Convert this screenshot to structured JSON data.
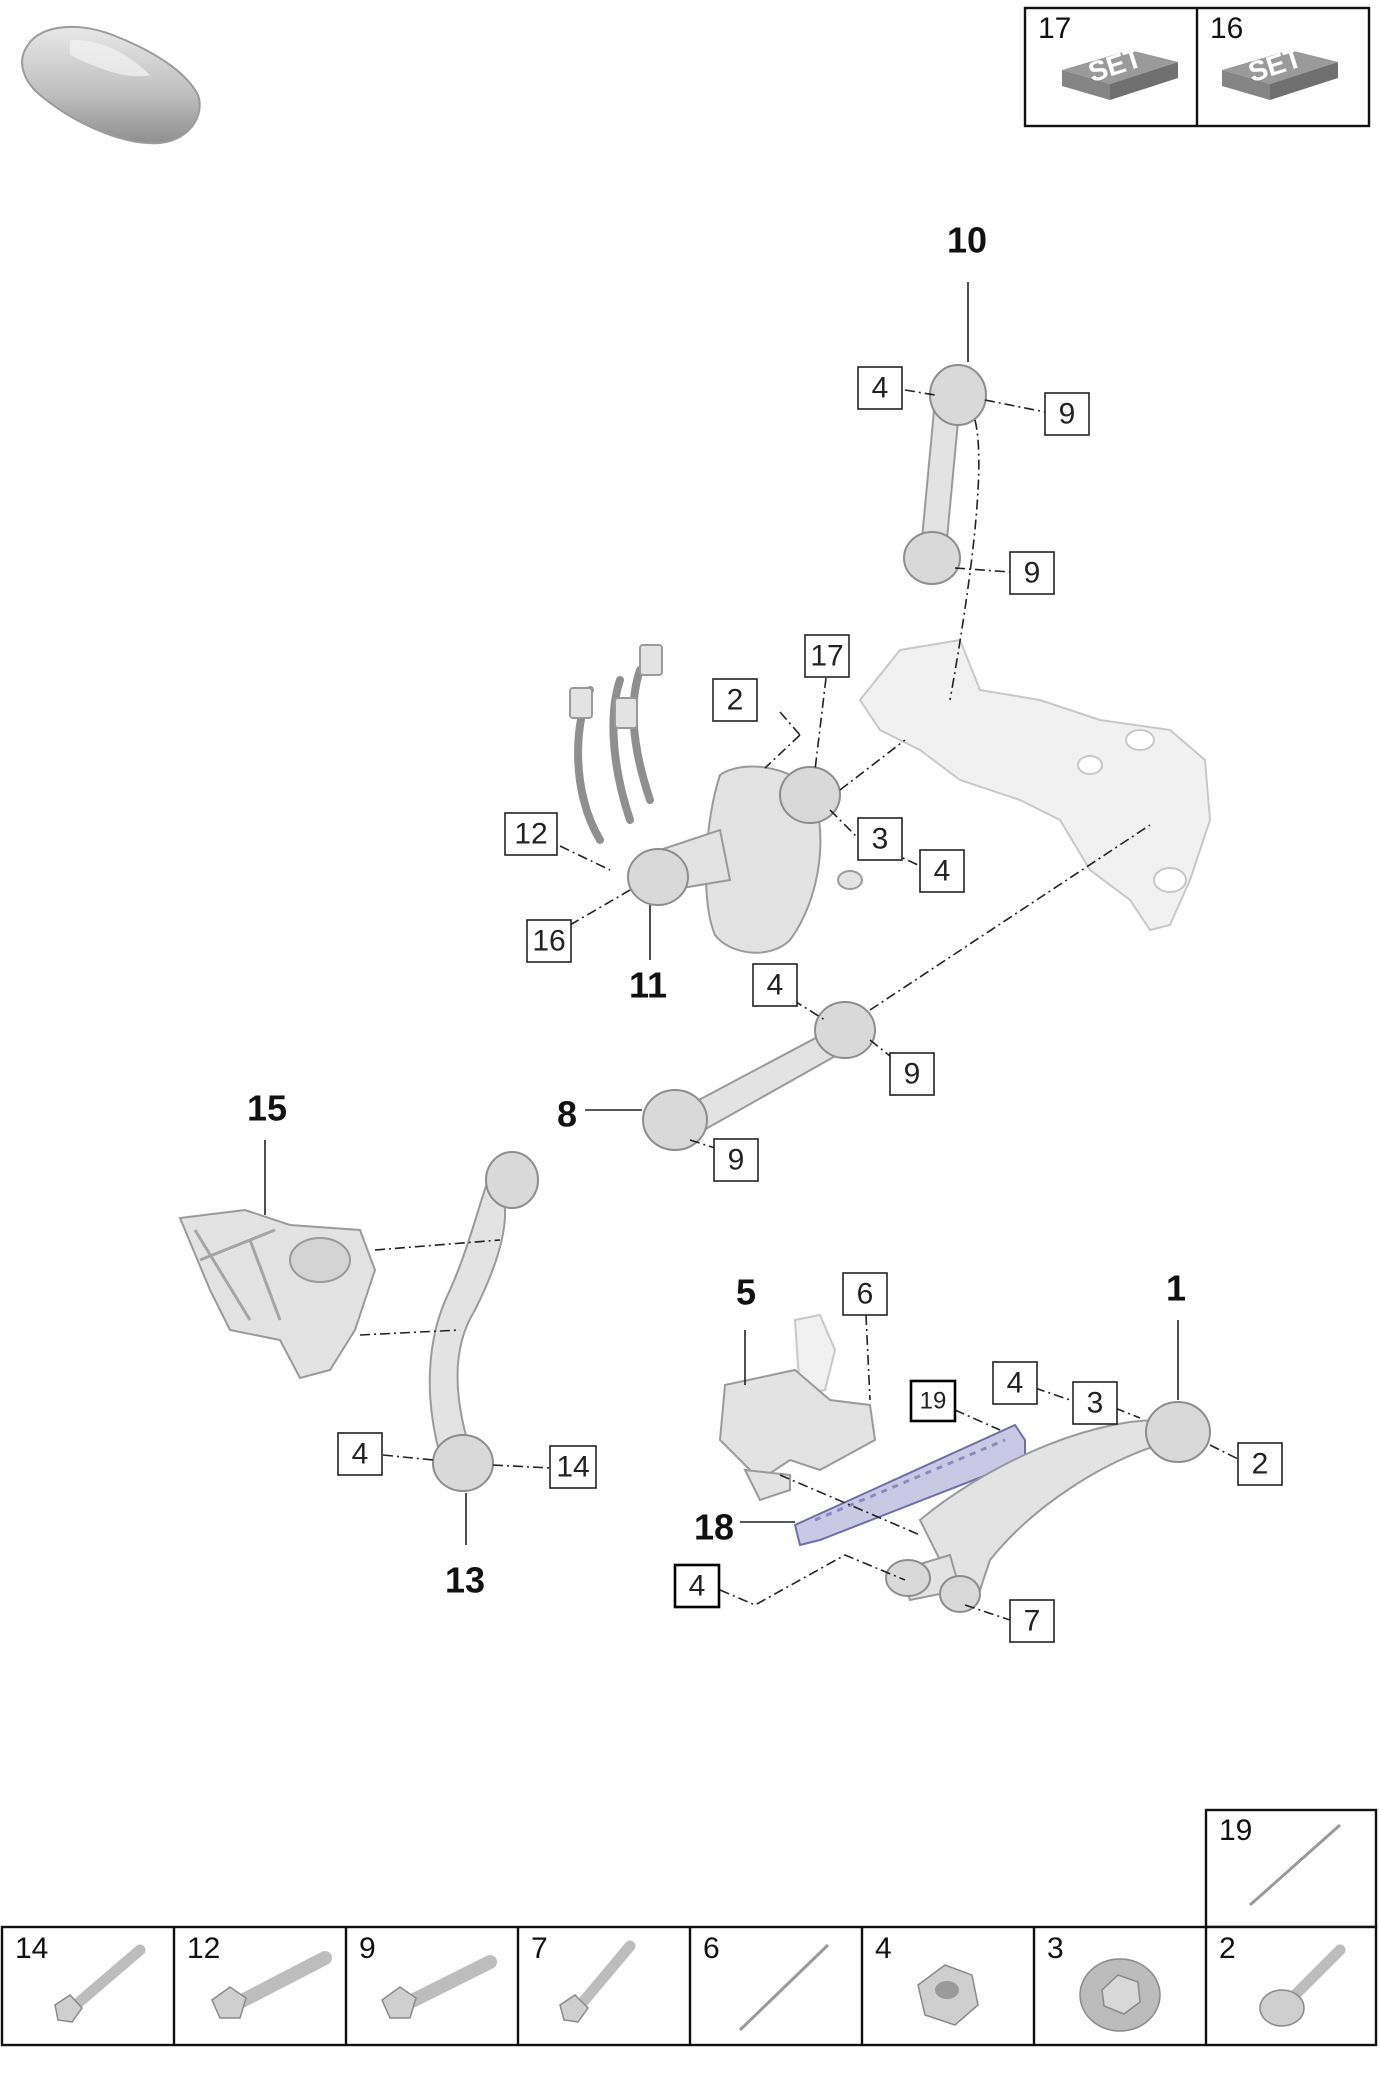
{
  "set_panel": [
    {
      "number": "17",
      "label": "SET"
    },
    {
      "number": "16",
      "label": "SET"
    }
  ],
  "callouts_bold": {
    "c1": "1",
    "c5": "5",
    "c8": "8",
    "c10": "10",
    "c11": "11",
    "c13": "13",
    "c15": "15",
    "c18": "18"
  },
  "callouts_boxed": {
    "b4a": "4",
    "b9a": "9",
    "b9b": "9",
    "b17": "17",
    "b2a": "2",
    "b12": "12",
    "b3a": "3",
    "b4b": "4",
    "b16": "16",
    "b4c": "4",
    "b9c": "9",
    "b9d": "9",
    "b6": "6",
    "b4d": "4",
    "b3b": "3",
    "b19": "19",
    "b2b": "2",
    "b4e": "4",
    "b14": "14",
    "b4f": "4",
    "b7": "7"
  },
  "hardware_table": {
    "bottom_row": [
      "14",
      "12",
      "9",
      "7",
      "6",
      "4",
      "3",
      "2"
    ],
    "top_cell": "19"
  },
  "icons": {
    "vehicle": "car-silhouette-icon",
    "set": "set-box-icon"
  },
  "colors": {
    "part_fill": "#e3e3e3",
    "highlight_part": "#c9c9e6",
    "set_box": "#858585"
  }
}
